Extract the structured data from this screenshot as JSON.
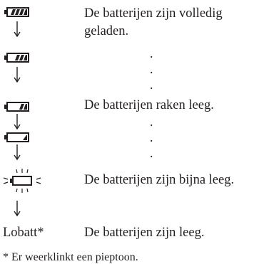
{
  "icons": {
    "level_3": "battery-three-bars-icon",
    "level_2": "battery-two-bars-icon",
    "level_1": "battery-one-bar-icon",
    "level_0": "battery-low-wedge-icon",
    "blinking": "battery-empty-blinking-icon",
    "arrow": "arrow-down-icon"
  },
  "rows": {
    "full": "De batterijen zijn volledig",
    "full_2": "geladen.",
    "draining": "De batterijen raken leeg.",
    "almost_empty": "De batterijen zijn bijna leeg.",
    "empty_label": "Lobatt*",
    "empty": "De batterijen zijn leeg."
  },
  "ellipsis": ".",
  "footnote": "* Er weerklinkt een pieptoon.",
  "colors": {
    "ink": "#231f20"
  }
}
